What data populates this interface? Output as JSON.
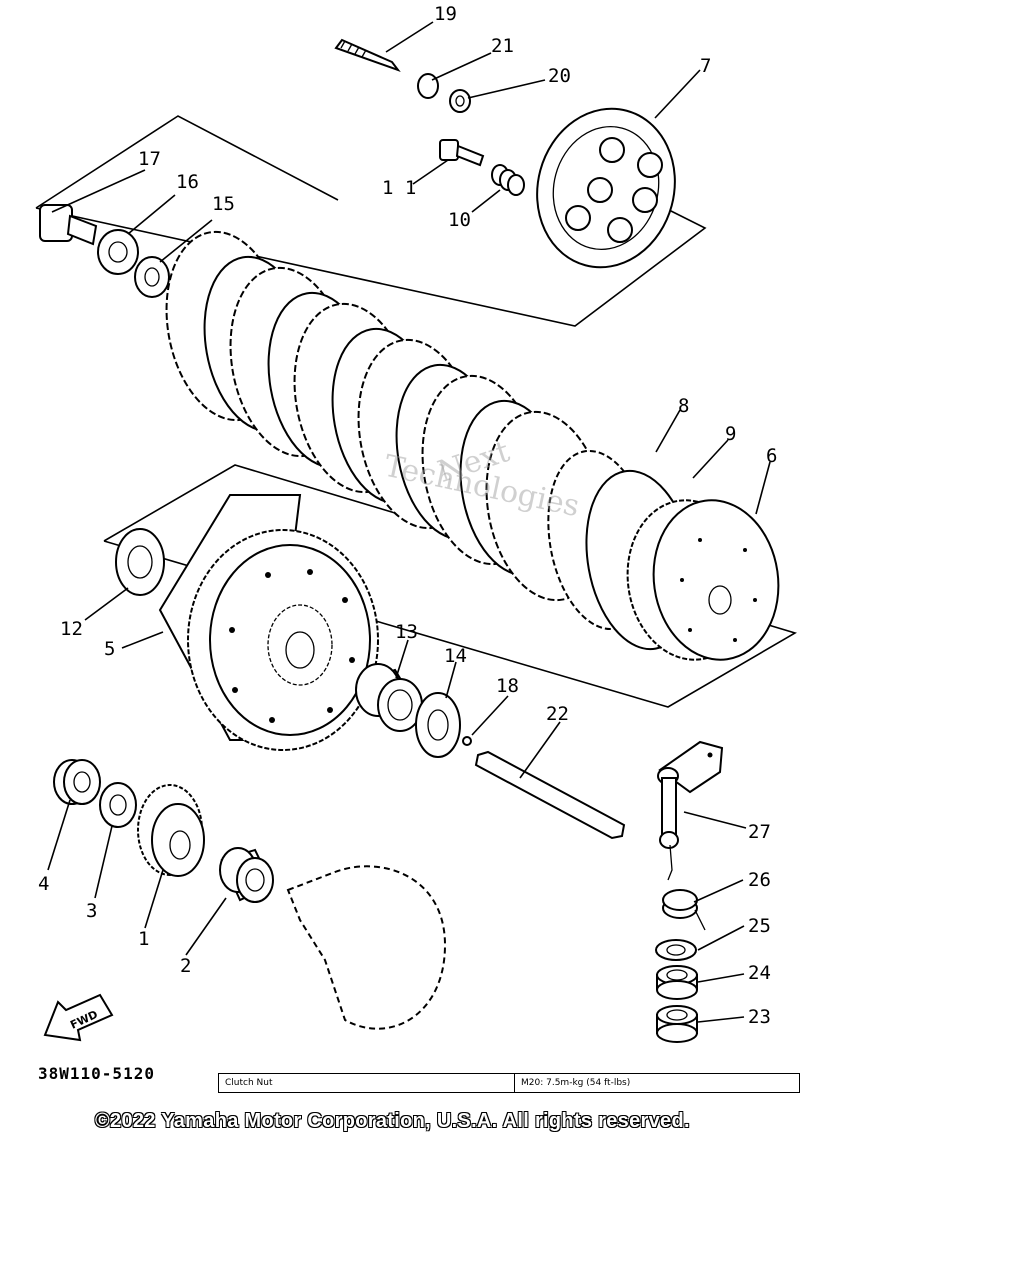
{
  "callouts": {
    "c1": "1",
    "c2": "2",
    "c3": "3",
    "c4": "4",
    "c5": "5",
    "c6": "6",
    "c7": "7",
    "c8": "8",
    "c9": "9",
    "c10": "10",
    "c11": "1 1",
    "c12": "12",
    "c13": "13",
    "c14": "14",
    "c15": "15",
    "c16": "16",
    "c17": "17",
    "c18": "18",
    "c19": "19",
    "c20": "20",
    "c21": "21",
    "c22": "22",
    "c23": "23",
    "c24": "24",
    "c25": "25",
    "c26": "26",
    "c27": "27"
  },
  "fwd_label": "FWD",
  "watermark": {
    "line1": "Next",
    "line2": "Technologies"
  },
  "diagram_code": "38W110-5120",
  "torque_table": {
    "part": "Clutch Nut",
    "spec": "M20: 7.5m-kg (54 ft-lbs)"
  },
  "copyright": "©2022 Yamaha Motor Corporation, U.S.A. All rights reserved."
}
